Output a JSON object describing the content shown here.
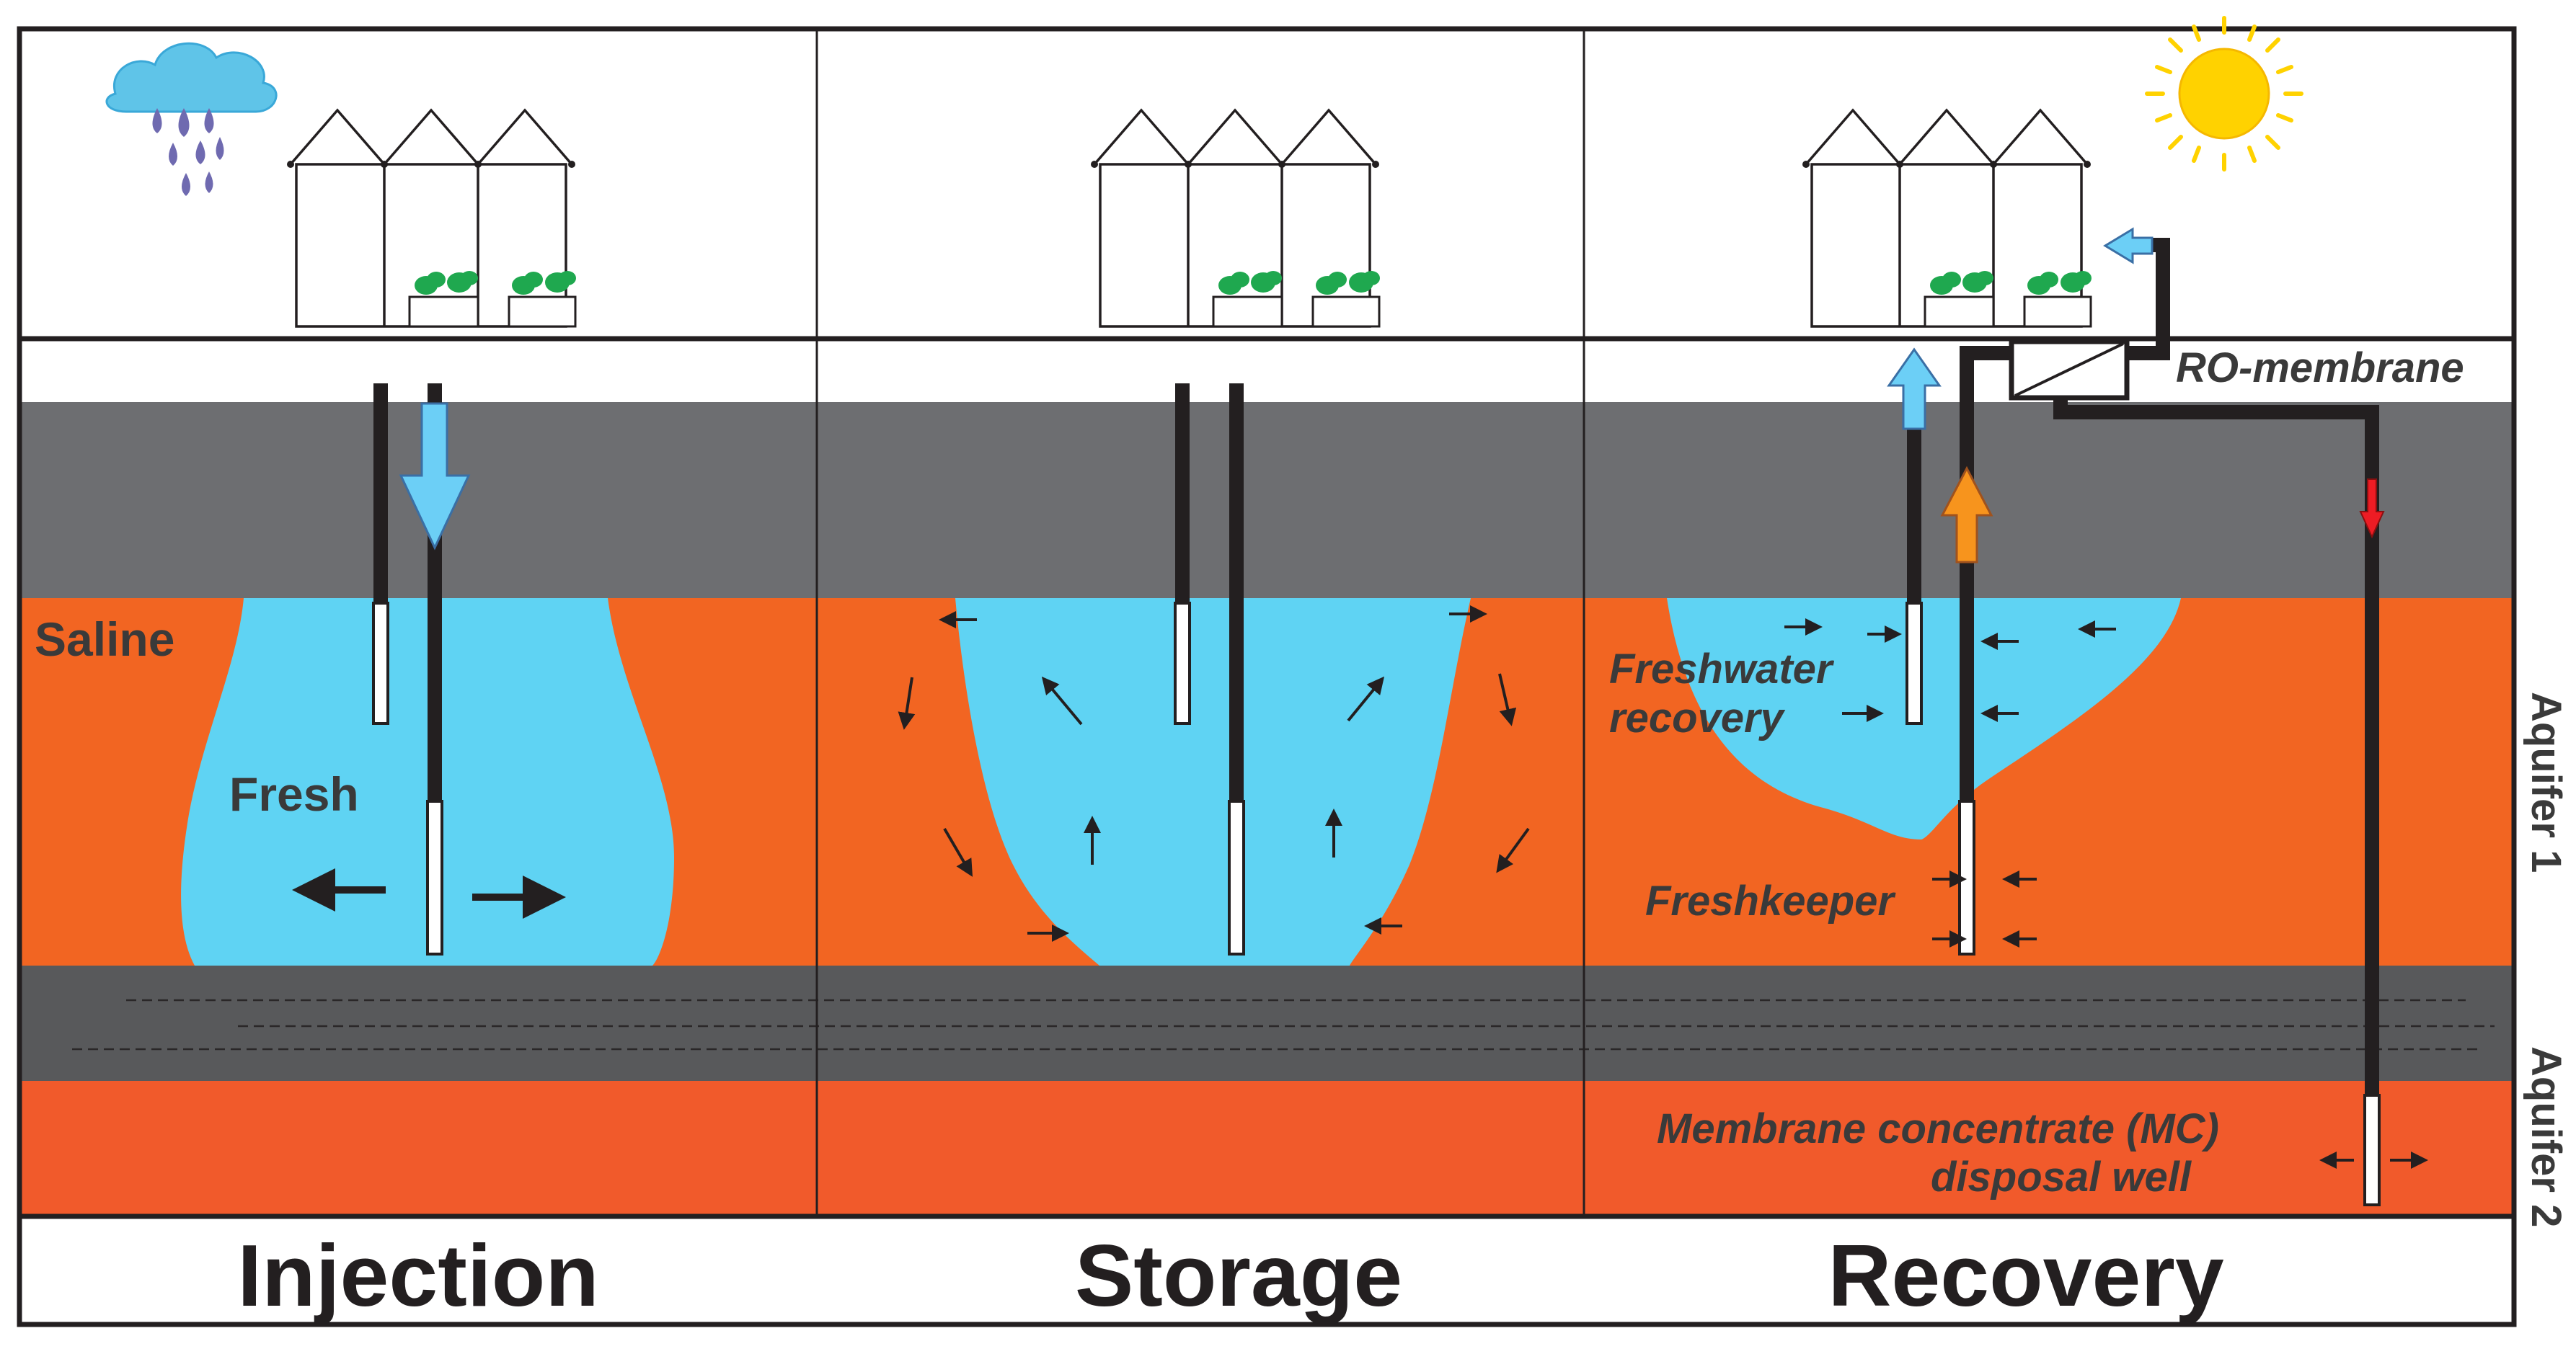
{
  "panels": {
    "injection": {
      "title": "Injection"
    },
    "storage": {
      "title": "Storage"
    },
    "recovery": {
      "title": "Recovery"
    }
  },
  "zone_labels": {
    "saline": "Saline",
    "fresh": "Fresh"
  },
  "recovery_labels": {
    "ro_membrane": "RO-membrane",
    "freshwater_recovery_line1": "Freshwater",
    "freshwater_recovery_line2": "recovery",
    "freshkeeper": "Freshkeeper",
    "mc_disposal_line1": "Membrane concentrate (MC)",
    "mc_disposal_line2": "disposal well"
  },
  "aquifer_labels": {
    "aquifer1": "Aquifer 1",
    "aquifer2": "Aquifer 2"
  },
  "colors": {
    "fresh_water": "#5fd3f3",
    "saline_aquifer": "#f26522",
    "deep_aquifer": "#f15a2b",
    "clay_layer": "#6d6e71",
    "clay_layer_lower": "#58595b",
    "well_casing": "#231f20",
    "sun": "#ffd200",
    "rain_cloud": "#5fc4e8",
    "raindrop": "#6f6ab0",
    "plant": "#1fa84f",
    "freshwater_arrow": "#6ccff6",
    "brackish_arrow": "#f7941d",
    "concentrate_arrow": "#ed1c24"
  },
  "icons": [
    "rain-cloud-icon",
    "sun-icon",
    "greenhouse-icon",
    "plant-icon",
    "ro-membrane-icon"
  ]
}
